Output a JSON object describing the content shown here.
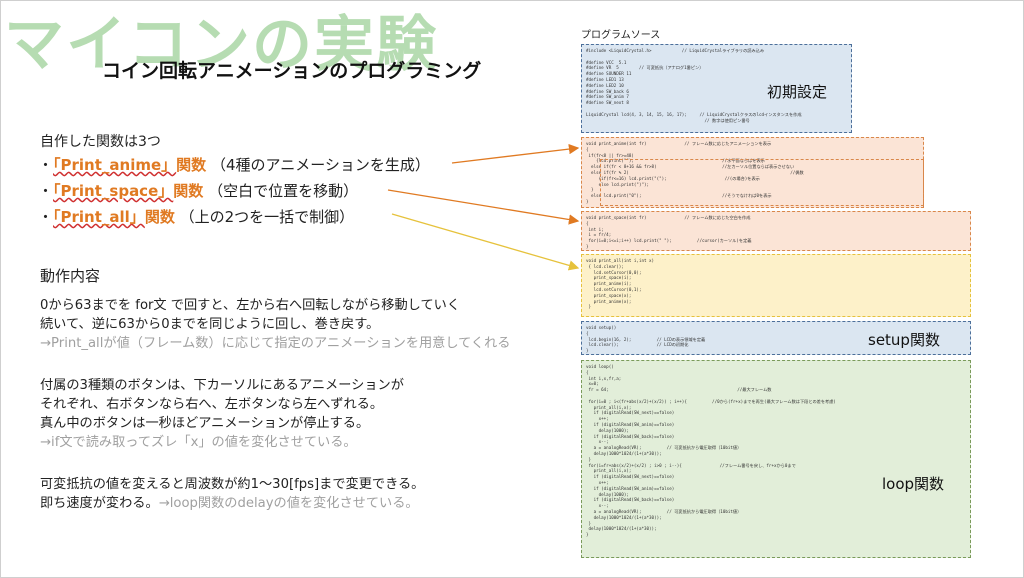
{
  "title": "マイコンの実験",
  "subtitle": "コイン回転アニメーションのプログラミング",
  "intro": "自作した関数は3つ",
  "functions": [
    {
      "bullet": "・",
      "name": "「Print_anime」",
      "kw": "関数",
      "desc": "（4種のアニメーションを生成）",
      "color": "#e07a22"
    },
    {
      "bullet": "・",
      "name": "「Print_space」",
      "kw": "関数",
      "desc": "（空白で位置を移動）",
      "color": "#e07a22"
    },
    {
      "bullet": "・",
      "name": "「Print_all」",
      "kw": "関数",
      "desc": "（上の2つを一括で制御）",
      "color": "#e6c23c"
    }
  ],
  "operation": {
    "heading": "動作内容",
    "p1": [
      "0から63までを for文 で回すと、左から右へ回転しながら移動していく",
      "続いて、逆に63から0までを同じように回し、巻き戻す。"
    ],
    "p1_note": "→Print_allが値（フレーム数）に応じて指定のアニメーションを用意してくれる",
    "p2": [
      "付属の3種類のボタンは、下カーソルにあるアニメーションが",
      "それぞれ、右ボタンなら右へ、左ボタンなら左へずれる。",
      "真ん中のボタンは一秒ほどアニメーションが停止する。"
    ],
    "p2_note": "→if文で読み取ってズレ「x」の値を変化させている。",
    "p3": [
      "可変抵抗の値を変えると周波数が約1～30[fps]まで変更できる。"
    ],
    "p3_last": "即ち速度が変わる。",
    "p3_note": "→loop関数のdelayの値を変化させている。"
  },
  "source": {
    "label": "プログラムソース",
    "init_label": "初期設定",
    "setup_label": "setup関数",
    "loop_label": "loop関数",
    "code_init": "#include <LiquidCrystal.h>            // LiquidCrystalライブラリの読み込み\n\n#define VCC  5.1\n#define VR  5        // 可変抵抗（アナログ1番ピン）\n#define SOUNDER 11\n#define LED1 13\n#define LED2 10\n#define SW_back 6\n#define SW_anim 7\n#define SW_next 8\n\nLiquidCrystal lcd(4, 3, 14, 15, 16, 17);     // LiquidCrystalクラスのlcdインスタンスを作成\n                                               // 数字は使用ピン番号",
    "code_anime": "void print_anime(int fr)               // フレーム数に応じたアニメーションを表示\n{\n if(fr<8 || fr>=48)\n    {lcd.print(\"\");                                   //水平面ならばを表示\n  else if(fr < 8+16 && fr>8)                          //左カーソル位置ならば表示させない\n  else if(fr % 2)                                                                //偶数\n     {if(fr<=16) lcd.print(\"(\");                       //(の場合)を表示\n     else lcd.print(\")\");\n  }\n  else lcd.print(\"0\");                                //そうでなければ0を表示\n}",
    "code_space": "void print_space(int fr)               // フレーム数に応じた空白を作成\n{\n int i;\n i = fr/4;\n for(i=0;i<=i;i++) lcd.print(\" \");          //cursor(カーソル)を定義\n}",
    "code_all": "void print_all(int i,int x)\n { lcd.clear();\n   lcd.setCursor(0,0);\n   print_space(i);\n   print_anime(i);\n   lcd.setCursor(0,1);\n   print_space(x);\n   print_anime(x);\n }",
    "code_setup": "void setup()\n{\n lcd.begin(16, 2);          // LCDの表示領域を定義\n lcd.clear();               // LCDの初期化\n}",
    "code_loop": "void loop()\n{\n int i,x,fr,a;\n x=0;\n fr = 64;                                                   //最大フレーム数\n\n for(i=0 ; i<(fr+abs(x/2)+(x/2)) ; i++){          //0から(fr+x)までを再生(最大フレーム数は下段との差を考慮)\n   print_all(i,x);\n   if (digitalRead(SW_next)==false)\n     x++;\n   if (digitalRead(SW_anim)==false)\n     delay(1000);\n   if (digitalRead(SW_back)==false)\n     x--;\n   a = analogRead(VR);          // 可変抵抗から電圧取得（10bit値）\n   delay(1000*1024/(1+(a*30));\n }\n for(i=fr+abs(x/2)+(x/2) ; i>0 ; i--){               //フレーム番号を戻し、fr+xから0まで\n   print_all(i,x);\n   if (digitalRead(SW_next)==false)\n     x++;\n   if (digitalRead(SW_anim)==false)\n     delay(1000);\n   if (digitalRead(SW_back)==false)\n     x--;\n   a = analogRead(VR);          // 可変抵抗から電圧取得（10bit値）\n   delay(1000*1024/(1+(a*30));\n }\n delay(1000*1024/(1+(a*30));\n}"
  },
  "colors": {
    "title": "#b6dcb2",
    "accent_orange": "#e07a22",
    "accent_yellow": "#e6c23c",
    "init_bg": "#dbe6f1",
    "func_bg": "#fbe4d6",
    "all_bg": "#fdf1c9",
    "loop_bg": "#e2eed9"
  }
}
